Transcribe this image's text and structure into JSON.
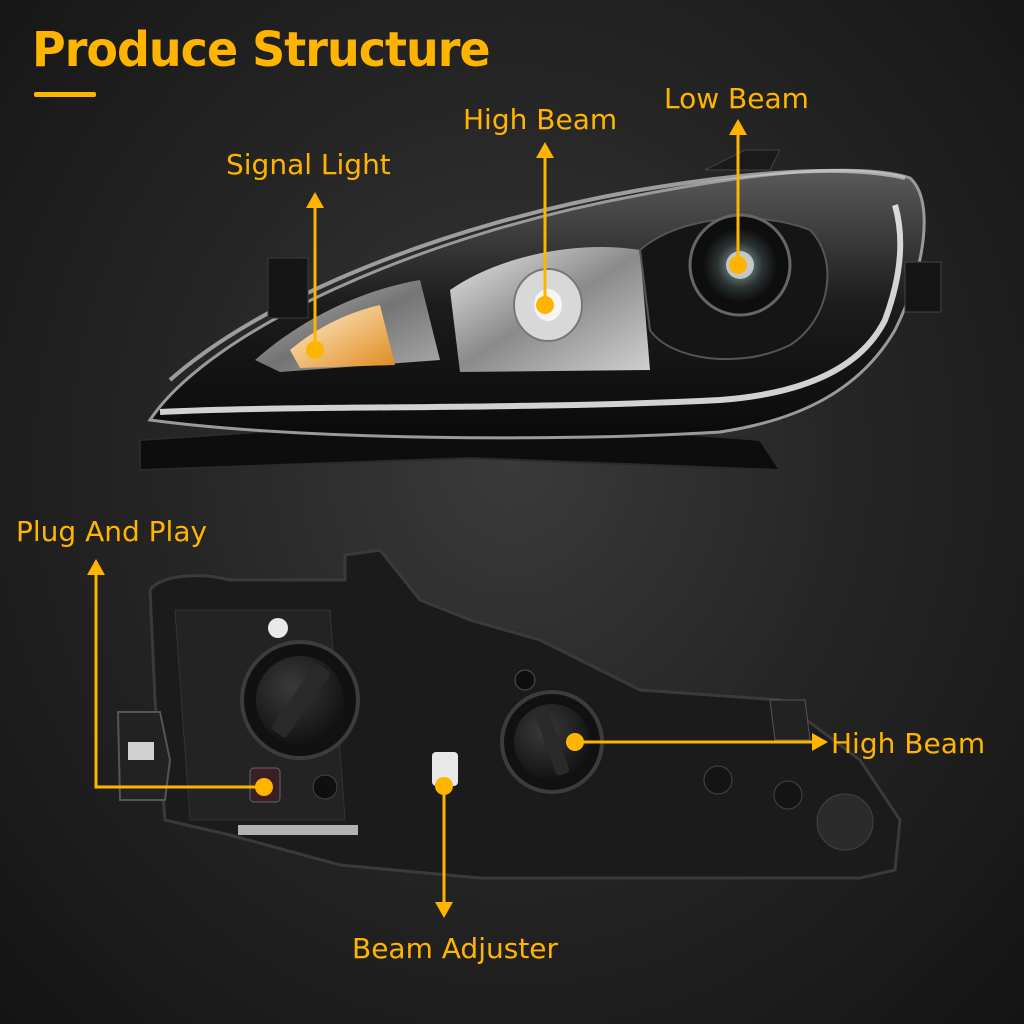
{
  "title": "Produce Structure",
  "accent_color": "#ffb400",
  "callouts": {
    "signal_light": "Signal Light",
    "high_beam_front": "High Beam",
    "low_beam": "Low Beam",
    "plug_and_play": "Plug And Play",
    "high_beam_rear": "High Beam",
    "beam_adjuster": "Beam Adjuster"
  }
}
